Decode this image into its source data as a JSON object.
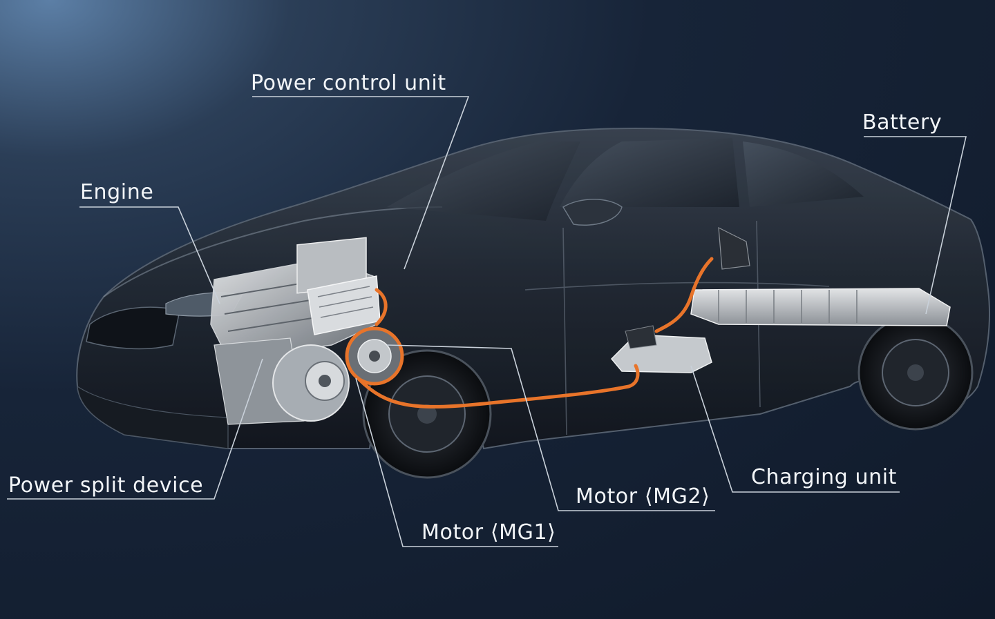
{
  "diagram": {
    "labels": {
      "power_control_unit": "Power control unit",
      "battery": "Battery",
      "engine": "Engine",
      "power_split_device": "Power split device",
      "motor_mg2": "Motor ⟨MG2⟩",
      "charging_unit": "Charging unit",
      "motor_mg1": "Motor ⟨MG1⟩"
    },
    "colors": {
      "background": "#172438",
      "car_body": "#1c222c",
      "label_text": "#f2f5f8",
      "leader_line": "#c9d1da",
      "cable_orange": "#e8742a",
      "component_silver": "#c8ccd0"
    }
  }
}
